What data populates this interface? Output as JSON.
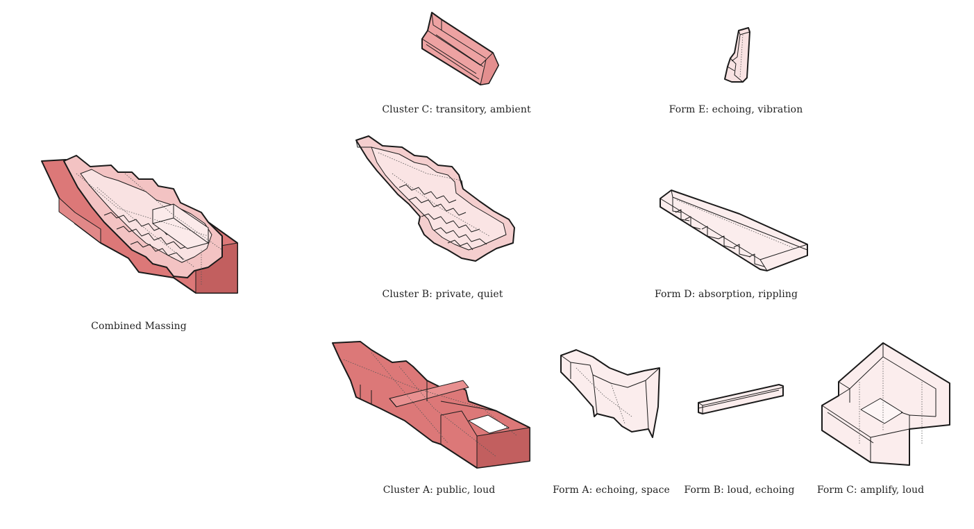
{
  "colors": {
    "solid": "#dc7878",
    "solid_dark": "#c25f5f",
    "mid": "#eda2a2",
    "light": "#f6d8d8",
    "pale": "#fcefef",
    "outline": "#1a1a1a"
  },
  "figures": {
    "combined": {
      "caption": "Combined Massing",
      "icon": "combined-massing-icon"
    },
    "cluster_c": {
      "caption": "Cluster C: transitory, ambient",
      "icon": "cluster-c-form-icon"
    },
    "form_e": {
      "caption": "Form E: echoing, vibration",
      "icon": "form-e-icon"
    },
    "cluster_b": {
      "caption": "Cluster B: private, quiet",
      "icon": "cluster-b-form-icon"
    },
    "form_d": {
      "caption": "Form D: absorption, rippling",
      "icon": "form-d-icon"
    },
    "cluster_a": {
      "caption": "Cluster A: public, loud",
      "icon": "cluster-a-form-icon"
    },
    "form_a": {
      "caption": "Form A: echoing, space",
      "icon": "form-a-icon"
    },
    "form_b": {
      "caption": "Form B: loud, echoing",
      "icon": "form-b-icon"
    },
    "form_c": {
      "caption": "Form C: amplify, loud",
      "icon": "form-c-icon"
    }
  }
}
